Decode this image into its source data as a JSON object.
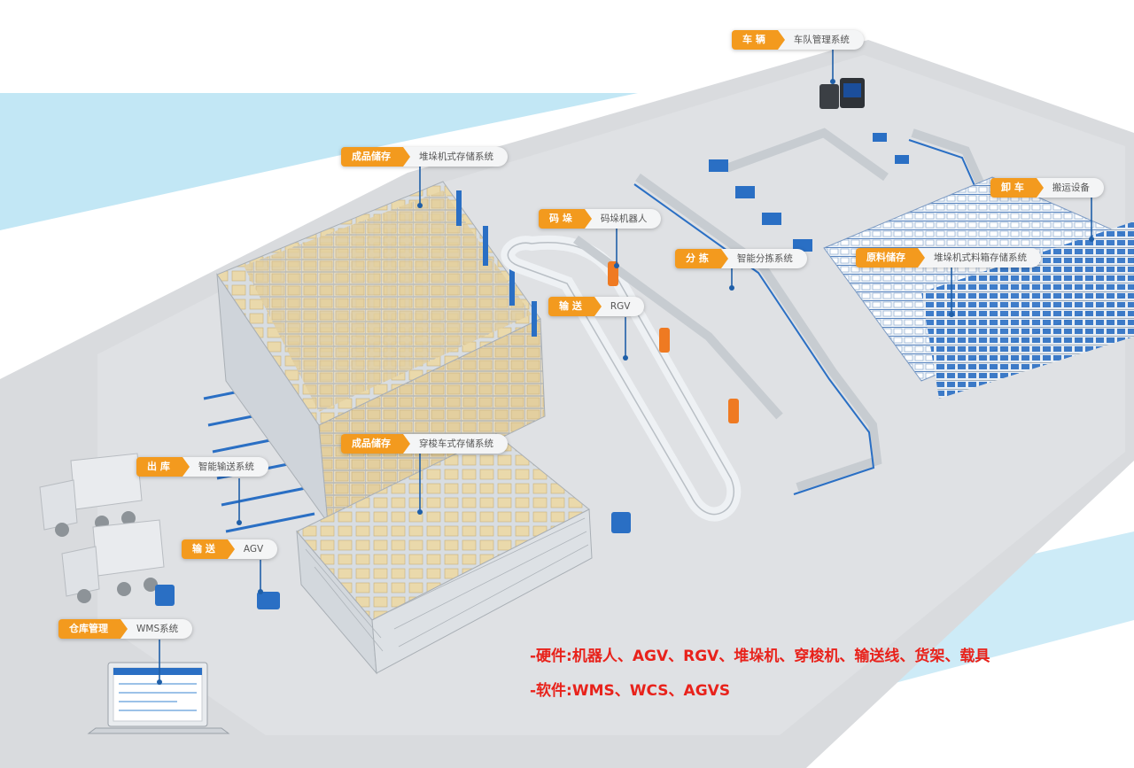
{
  "colors": {
    "accent_orange": "#f39a1e",
    "rack_blue": "#2a6fc4",
    "text_red": "#e8221b",
    "floor_grey": "#dcdee1",
    "band_blue": "#bfe6f5"
  },
  "callouts": {
    "vehicle": {
      "tag": "车 辆",
      "label": "车队管理系统"
    },
    "finished_storage_1": {
      "tag": "成品储存",
      "label": "堆垛机式存储系统"
    },
    "palletizing": {
      "tag": "码 垛",
      "label": "码垛机器人"
    },
    "sorting": {
      "tag": "分 拣",
      "label": "智能分拣系统"
    },
    "unloading": {
      "tag": "卸 车",
      "label": "搬运设备"
    },
    "raw_storage": {
      "tag": "原料储存",
      "label": "堆垛机式料箱存储系统"
    },
    "conveying_rgv": {
      "tag": "输 送",
      "label": "RGV"
    },
    "finished_storage_2": {
      "tag": "成品储存",
      "label": "穿梭车式存储系统"
    },
    "outbound": {
      "tag": "出 库",
      "label": "智能输送系统"
    },
    "conveying_agv": {
      "tag": "输 送",
      "label": "AGV"
    },
    "warehouse_mgmt": {
      "tag": "仓库管理",
      "label": "WMS系统"
    }
  },
  "footnotes": {
    "hardware": "-硬件:机器人、AGV、RGV、堆垛机、穿梭机、输送线、货架、载具",
    "software": "-软件:WMS、WCS、AGVS"
  }
}
